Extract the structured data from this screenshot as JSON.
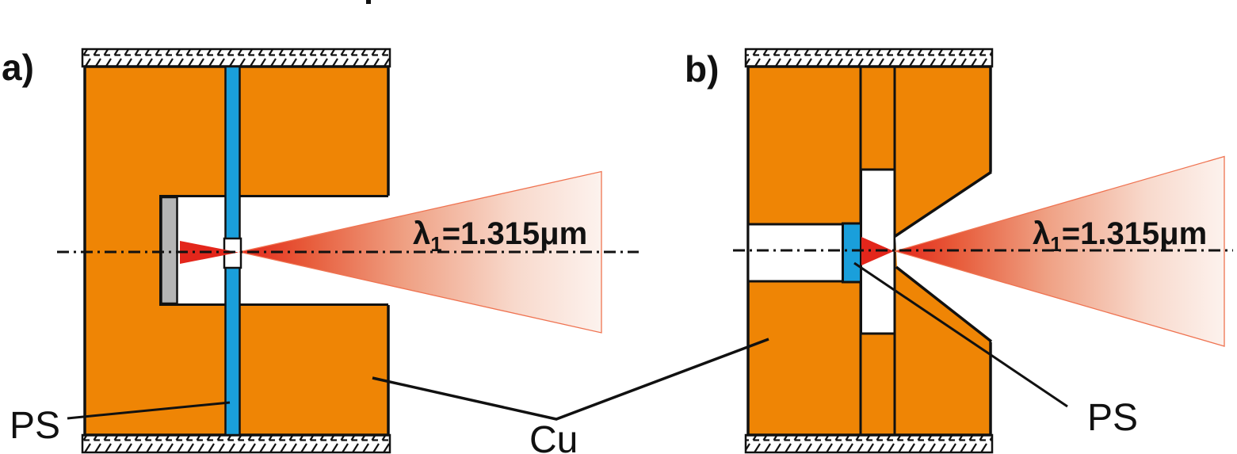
{
  "panel_a": {
    "tag": "a)",
    "beam_label": {
      "symbol": "λ",
      "subscript": "1",
      "value": "=1.315μm"
    },
    "ps_label": "PS"
  },
  "panel_b": {
    "tag": "b)",
    "beam_label": {
      "symbol": "λ",
      "subscript": "1",
      "value": "=1.315μm"
    },
    "ps_label": "PS"
  },
  "shared": {
    "cu_label": "Cu"
  },
  "colors": {
    "copper": "#ef8505",
    "polystyrene": "#1a9fdb",
    "gray_plate": "#b5b5b5",
    "beam_red": "#e3261b",
    "beam_edge": "#ef7351",
    "outline": "#111111"
  }
}
